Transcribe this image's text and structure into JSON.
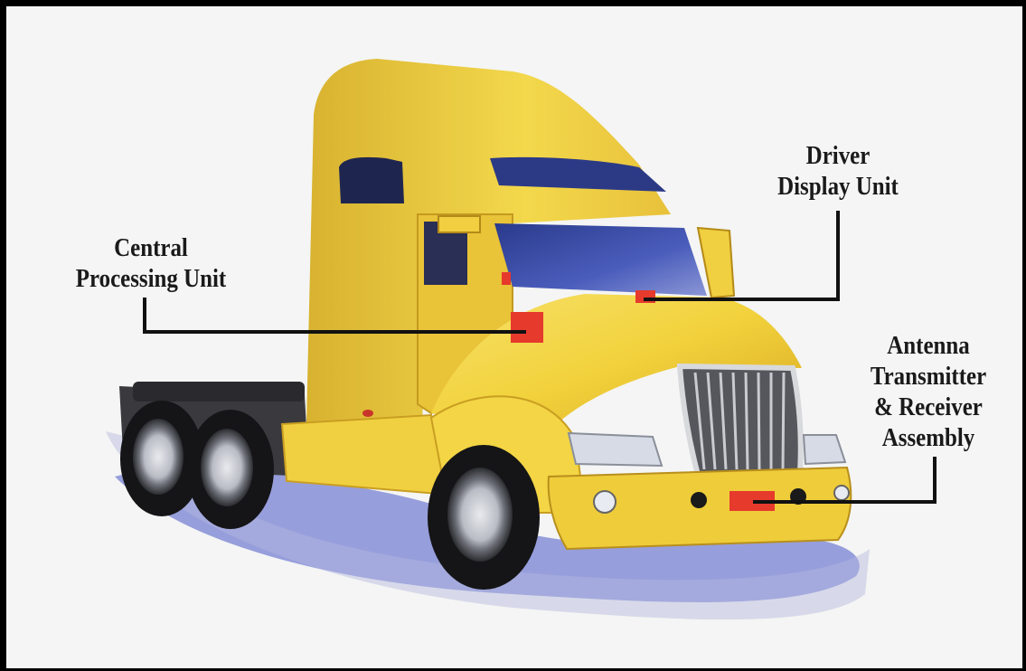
{
  "callouts": {
    "central_processing_unit": {
      "lines": [
        "Central",
        "Processing Unit"
      ]
    },
    "driver_display_unit": {
      "lines": [
        "Driver",
        "Display Unit"
      ]
    },
    "antenna_assembly": {
      "lines": [
        "Antenna",
        "Transmitter",
        "& Receiver",
        "Assembly"
      ]
    }
  },
  "colors": {
    "truck_body": "#f2d23c",
    "truck_shade": "#d9a923",
    "component_marker": "#e63a2c",
    "leader_line": "#111111",
    "frame": "#000000"
  }
}
